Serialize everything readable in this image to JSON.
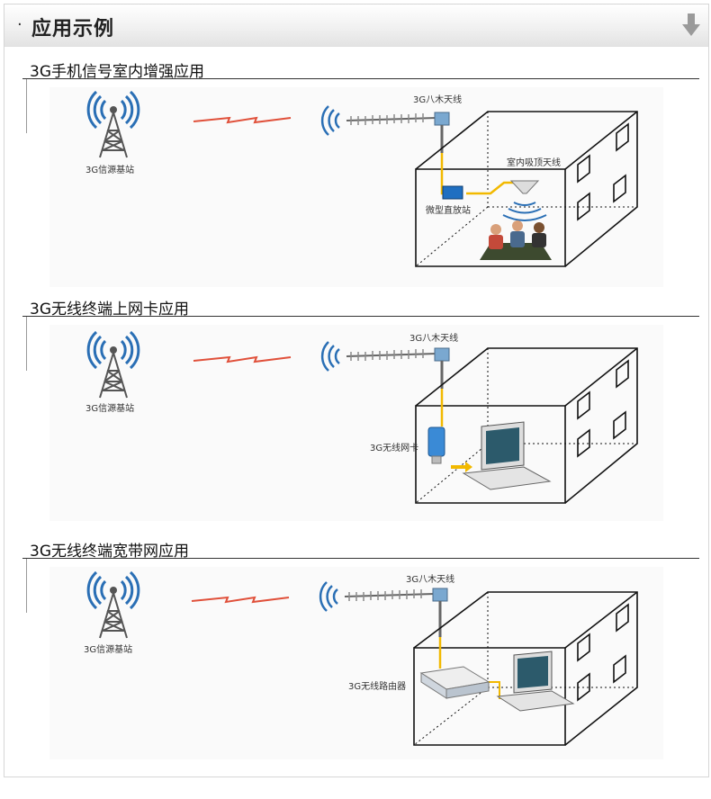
{
  "header": {
    "title": "应用示例",
    "bullet": "·",
    "collapse_icon": "down-arrow-icon"
  },
  "sections": [
    {
      "title": "3G手机信号室内增强应用",
      "tower_label": "3G信源基站",
      "antenna_label": "3G八木天线",
      "labels": {
        "indoor_antenna": "室内吸顶天线",
        "repeater": "微型直放站"
      }
    },
    {
      "title": "3G无线终端上网卡应用",
      "tower_label": "3G信源基站",
      "antenna_label": "3G八木天线",
      "labels": {
        "device": "3G无线网卡"
      }
    },
    {
      "title": "3G无线终端宽带网应用",
      "tower_label": "3G信源基站",
      "antenna_label": "3G八木天线",
      "labels": {
        "device": "3G无线路由器"
      }
    }
  ],
  "colors": {
    "signal_blue": "#2a6fb5",
    "cable_yellow": "#f2b900",
    "lightning": "#e0503a",
    "tower": "#555555"
  }
}
